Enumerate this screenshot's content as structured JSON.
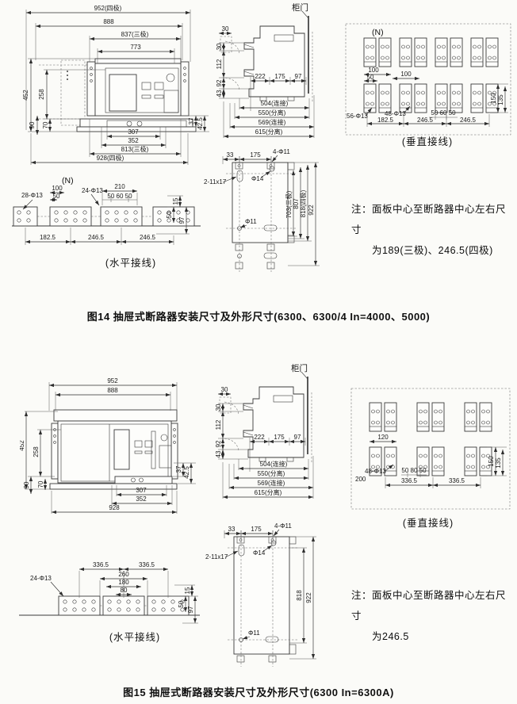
{
  "doc": {
    "paper_color": "#fbfbf8",
    "ink_color": "#1a1a1a"
  },
  "fig14": {
    "caption": "图14 抽屉式断路器安装尺寸及外形尺寸(6300、6300/4 In=4000、5000)",
    "note": {
      "label": "注：",
      "line1": "面板中心至断路器中心左右尺寸",
      "line2": "为189(三极)、246.5(四极)"
    },
    "front": {
      "t952": "952(四极)",
      "t888": "888",
      "t837": "837(三极)",
      "t773": "773",
      "l452": "452",
      "l258": "258",
      "l90": "90",
      "l70": "70",
      "r37": "37",
      "r425": "42.5",
      "b307": "307",
      "b352": "352",
      "b813": "813(三极)",
      "b928": "928(四极)"
    },
    "side": {
      "door": "柜门",
      "w30": "30",
      "v30": "30",
      "v112": "112",
      "v92": "92",
      "v43": "43",
      "d222": "222",
      "d175": "175",
      "d97": "97",
      "b504": "504(连接)",
      "b550": "550(分离)",
      "b569": "569(连接)",
      "b615": "615(分离)"
    },
    "vert": {
      "n": "(N)",
      "caption": "(垂直接线)",
      "d100a": "100",
      "d50": "50",
      "d100b": "100",
      "h56": "56-Φ13",
      "h48": "48-Φ13",
      "d506050": "50 60 50",
      "b1825": "182.5",
      "b2465a": "246.5",
      "b2465b": "246.5",
      "r150": "150",
      "r135": "135"
    },
    "horiz": {
      "n": "(N)",
      "caption": "(水平接线)",
      "h28": "28-Φ13",
      "d100": "100",
      "d50": "50",
      "h24": "24-Φ13",
      "d210": "210",
      "d506050": "50 60 50",
      "r15": "15",
      "r50": "50",
      "r97": "97",
      "b1825": "182.5",
      "b2465a": "246.5",
      "b2465b": "246.5"
    },
    "plate": {
      "d33": "33",
      "d175": "175",
      "h4": "4-Φ11",
      "slot": "2-11x17",
      "phi14": "Φ14",
      "phi11": "Φ11",
      "v703": "703(三极)",
      "v807": "807",
      "v818": "818(四极)",
      "v922": "922"
    }
  },
  "fig15": {
    "caption": "图15 抽屉式断路器安装尺寸及外形尺寸(6300  In=6300A)",
    "note": {
      "label": "注：",
      "line1": "面板中心至断路器中心左右尺寸",
      "line2": "为246.5"
    },
    "front": {
      "t952": "952",
      "t888": "888",
      "l452": "452",
      "l258": "258",
      "l90": "90",
      "l70": "70",
      "r37": "37",
      "r425": "42.5",
      "b307": "307",
      "b352": "352",
      "b928": "928"
    },
    "side": {
      "door": "柜门",
      "w30": "30",
      "v30": "30",
      "v112": "112",
      "v92": "92",
      "v43": "43",
      "d222": "222",
      "d175": "175",
      "d97": "97",
      "b504": "504(连接)",
      "b550": "550(分离)",
      "b569": "569(连接)",
      "b615": "615(分离)"
    },
    "vert": {
      "caption": "(垂直接线)",
      "d120": "120",
      "h48": "48-Φ13",
      "d200": "200",
      "d508050": "50 80 50",
      "b3365a": "336.5",
      "b3365b": "336.5",
      "r150": "150",
      "r135": "135"
    },
    "horiz": {
      "caption": "(水平接线)",
      "t3365a": "336.5",
      "t3365b": "336.5",
      "d260": "260",
      "d180": "180",
      "d80": "80",
      "h24": "24-Φ13",
      "r15": "15",
      "r50": "50",
      "r97": "97"
    },
    "plate": {
      "d33": "33",
      "d175": "175",
      "h4": "4-Φ11",
      "slot": "2-11x17",
      "phi14": "Φ14",
      "phi11": "Φ11",
      "v818": "818",
      "v922": "922"
    }
  }
}
